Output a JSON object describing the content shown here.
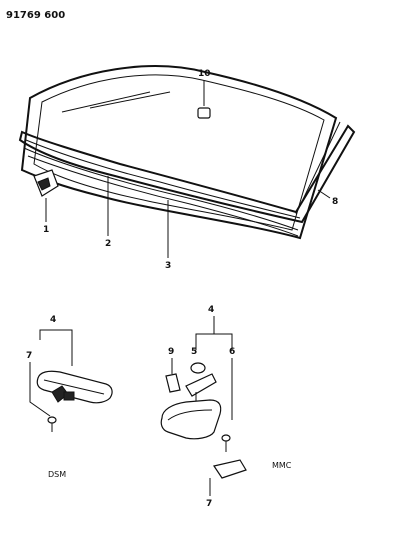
{
  "diagram_id": "91769 600",
  "callouts": {
    "c1": "1",
    "c2": "2",
    "c3": "3",
    "c8": "8",
    "c10": "10",
    "dsm_4": "4",
    "dsm_7": "7",
    "mmc_4": "4",
    "mmc_5": "5",
    "mmc_6": "6",
    "mmc_7": "7",
    "mmc_9": "9"
  },
  "variants": {
    "left": "DSM",
    "right": "MMC"
  }
}
